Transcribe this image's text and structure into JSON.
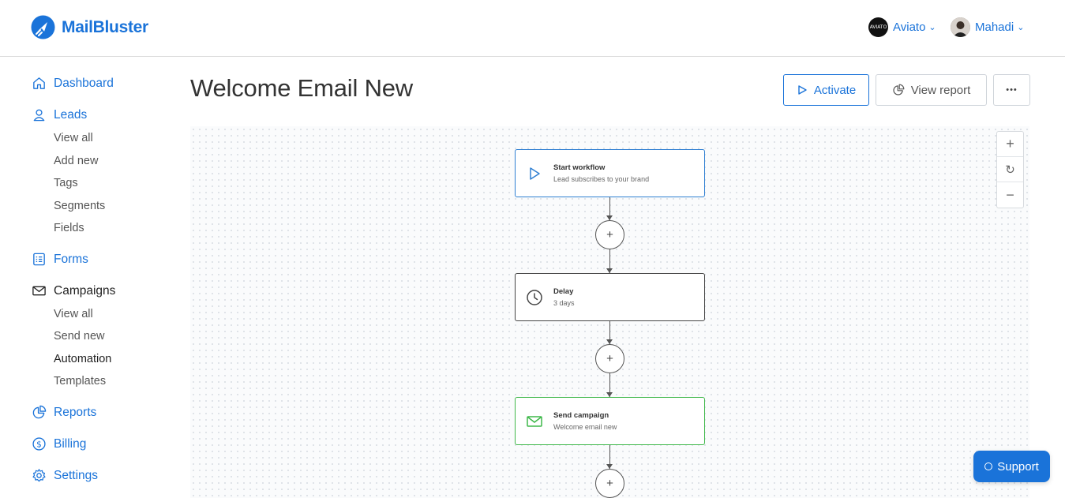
{
  "brand": {
    "name": "MailBluster",
    "color": "#1a73d9"
  },
  "header": {
    "workspace": {
      "name": "Aviato",
      "avatar_text": "AVIATO"
    },
    "user": {
      "name": "Mahadi"
    }
  },
  "sidebar": {
    "dashboard": "Dashboard",
    "leads": {
      "label": "Leads",
      "items": [
        "View all",
        "Add new",
        "Tags",
        "Segments",
        "Fields"
      ]
    },
    "forms": "Forms",
    "campaigns": {
      "label": "Campaigns",
      "items": [
        "View all",
        "Send new",
        "Automation",
        "Templates"
      ],
      "active_item": "Automation"
    },
    "reports": "Reports",
    "billing": "Billing",
    "settings": "Settings"
  },
  "page": {
    "title": "Welcome Email New",
    "activate_label": "Activate",
    "view_report_label": "View report",
    "more_label": "•••"
  },
  "workflow": {
    "nodes": [
      {
        "title": "Start workflow",
        "subtitle": "Lead subscribes to your brand",
        "icon": "play-icon",
        "color": "#2f7fd2"
      },
      {
        "title": "Delay",
        "subtitle": "3 days",
        "icon": "clock-icon",
        "color": "#444444"
      },
      {
        "title": "Send campaign",
        "subtitle": "Welcome email new",
        "icon": "mail-icon",
        "color": "#3fb84a"
      }
    ],
    "add_step_symbol": "+"
  },
  "zoom": {
    "in": "+",
    "reset": "↻",
    "out": "−"
  },
  "support": {
    "label": "Support"
  }
}
